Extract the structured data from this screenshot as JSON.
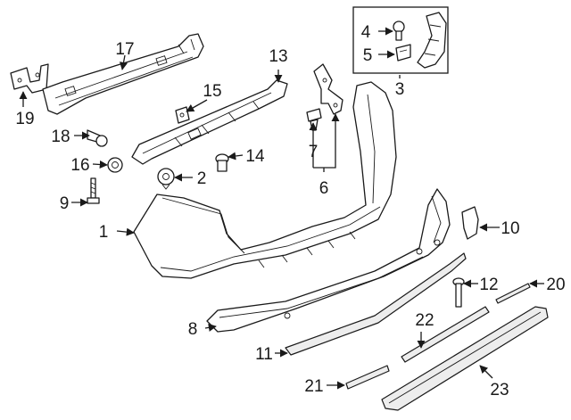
{
  "colors": {
    "line": "#1a1a1a",
    "paper": "#ffffff",
    "shade": "#ededed"
  },
  "callouts": [
    "1",
    "2",
    "3",
    "4",
    "5",
    "6",
    "7",
    "8",
    "9",
    "10",
    "11",
    "12",
    "13",
    "14",
    "15",
    "16",
    "17",
    "18",
    "19",
    "20",
    "21",
    "22",
    "23"
  ]
}
